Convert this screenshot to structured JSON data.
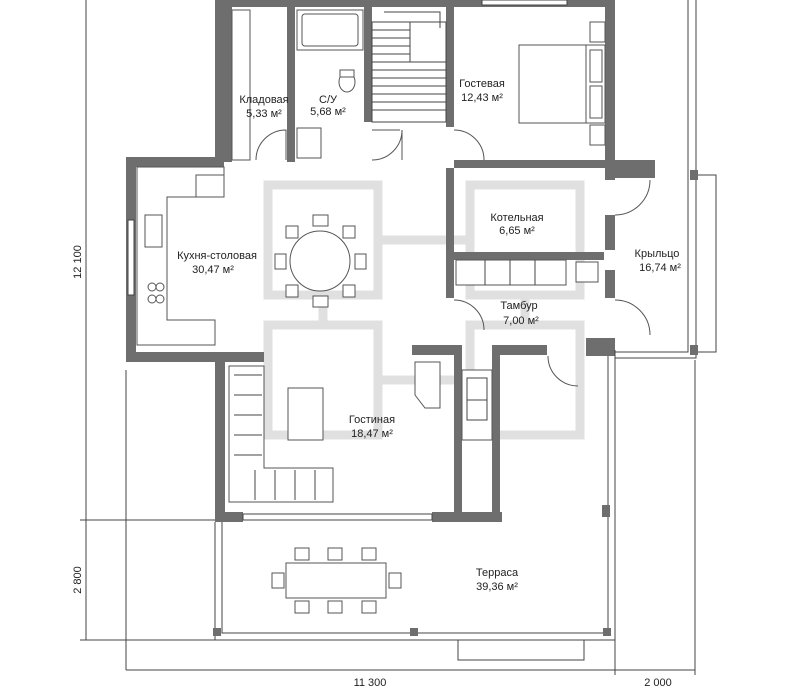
{
  "rooms": {
    "pantry": {
      "name": "Кладовая",
      "area": "5,33 м²"
    },
    "bathroom": {
      "name": "С/У",
      "area": "5,68 м²"
    },
    "guest": {
      "name": "Гостевая",
      "area": "12,43 м²"
    },
    "kitchen": {
      "name": "Кухня-столовая",
      "area": "30,47 м²"
    },
    "boiler": {
      "name": "Котельная",
      "area": "6,65 м²"
    },
    "porch": {
      "name": "Крыльцо",
      "area": "16,74 м²"
    },
    "vestibule": {
      "name": "Тамбур",
      "area": "7,00 м²"
    },
    "living": {
      "name": "Гостиная",
      "area": "18,47 м²"
    },
    "terrace": {
      "name": "Терраса",
      "area": "39,36 м²"
    }
  },
  "dimensions": {
    "total_height": "12 100",
    "terrace_depth": "2 800",
    "total_width": "11 300",
    "porch_width": "2 000"
  },
  "colors": {
    "wall": "#6e6e6e",
    "line": "#444444",
    "watermark": "#e0e0e0"
  }
}
